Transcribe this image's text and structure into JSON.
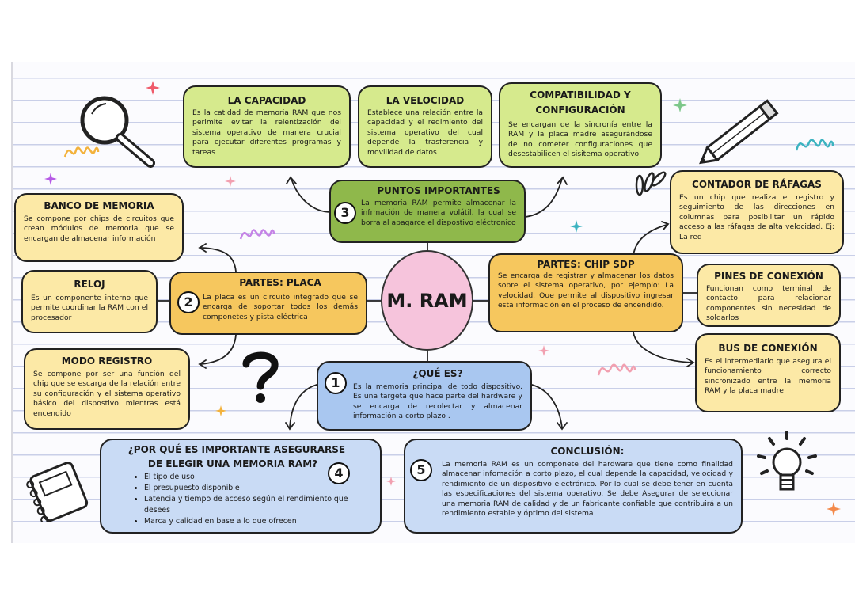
{
  "center": {
    "label": "M. RAM"
  },
  "capacidad": {
    "title": "LA CAPACIDAD",
    "text": "Es la catidad de memoria  RAM que nos perimite evitar la relentización del sistema operativo de manera crucial para ejecutar diferentes programas y tareas"
  },
  "velocidad": {
    "title": "LA VELOCIDAD",
    "text": "Establece una relación entre la capacidad y el redimiento del sistema operativo del cual depende la trasferencia y movilidad de datos"
  },
  "compatibilidad": {
    "title_line1": "COMPATIBILIDAD Y",
    "title_line2": "CONFIGURACIÓN",
    "text": "Se encargan de la sincronía entre la RAM y la placa madre asegurándose de no cometer configuraciones que desestabilicen el sisitema operativo"
  },
  "puntos": {
    "number": "3",
    "title": "PUNTOS IMPORTANTES",
    "text": "La memoria RAM permite almacenar la infrmación de manera volátil, la cual se borra al apagarce el dispostivo eléctronico"
  },
  "banco": {
    "title": "BANCO DE MEMORIA",
    "text": "Se compone por chips de circuitos que crean módulos de memoria que se encargan de almacenar información"
  },
  "reloj": {
    "title": "RELOJ",
    "text": "Es un componente interno que permite coordinar la RAM con el procesador"
  },
  "placa": {
    "number": "2",
    "title": "PARTES: PLACA",
    "text": "La placa es un circuito  integrado que se encarga de soportar todos los demás componetes y pista eléctrica"
  },
  "modo": {
    "title": "MODO REGISTRO",
    "text": "Se compone por ser una función del chip que se escarga de la relación entre su configuración y  el sistema operativo básico del dispostivo mientras está encendido"
  },
  "chip": {
    "title": "PARTES: CHIP SDP",
    "text": "Se encarga de registrar y almacenar los datos sobre el sistema operativo, por ejemplo: La velocidad. Que permite al dispositivo ingresar esta información en el proceso de encendido."
  },
  "contador": {
    "title": "CONTADOR DE RÁFAGAS",
    "text": "Es un chip que realiza el registro y seguimiento de las direcciones en columnas para posibilitar un rápido acceso a las ráfagas de alta velocidad. Ej:  La red"
  },
  "pines": {
    "title": "PINES DE CONEXIÓN",
    "text": "Funcionan como terminal de contacto para relacionar componentes sin necesidad de soldarlos"
  },
  "bus": {
    "title": "BUS DE CONEXIÓN",
    "text": "Es el intermediario que asegura el funcionamiento correcto sincronizado entre la memoria RAM y la placa madre"
  },
  "que_es": {
    "number": "1",
    "title": "¿QUÉ ES?",
    "text": "Es la memoria principal de todo dispositivo.  Es una  targeta que hace parte del hardware y se encarga de recolectar y almacenar información a corto plazo ."
  },
  "porque": {
    "number": "4",
    "title_line1": "¿POR QUÉ ES IMPORTANTE ASEGURARSE",
    "title_line2": "DE ELEGIR UNA MEMORIA RAM?",
    "items": [
      "El tipo de uso",
      "El presupuesto disponible",
      "Latencia y tiempo de acceso según el rendimiento que desees",
      "Marca y calidad en base a lo que ofrecen"
    ]
  },
  "conclusion": {
    "number": "5",
    "title": "CONCLUSIÓN:",
    "text": "La memoria RAM es un componete del hardware que tiene como finalidad almacenar infomación a corto plazo, el cual depende la capacidad, velocidad y rendimiento de un dispositivo electrónico. Por lo cual se debe tener en cuenta las especificaciones del sistema operativo. Se debe Asegurar de seleccionar una memoria RAM de calidad y de un fabricante confiable que contribuirá a un rendimiento estable y óptimo del sistema"
  },
  "colors": {
    "green": "#d6ea8d",
    "dark_green": "#8fb84b",
    "yellow": "#fce9a6",
    "orange": "#f6c75e",
    "blue": "#a9c7f0",
    "pink": "#f6c4dc"
  },
  "icons": [
    "magnifier-icon",
    "pencil-icon",
    "question-mark-icon",
    "notebook-icon",
    "lightbulb-icon",
    "squiggle-icon",
    "star-icon"
  ]
}
